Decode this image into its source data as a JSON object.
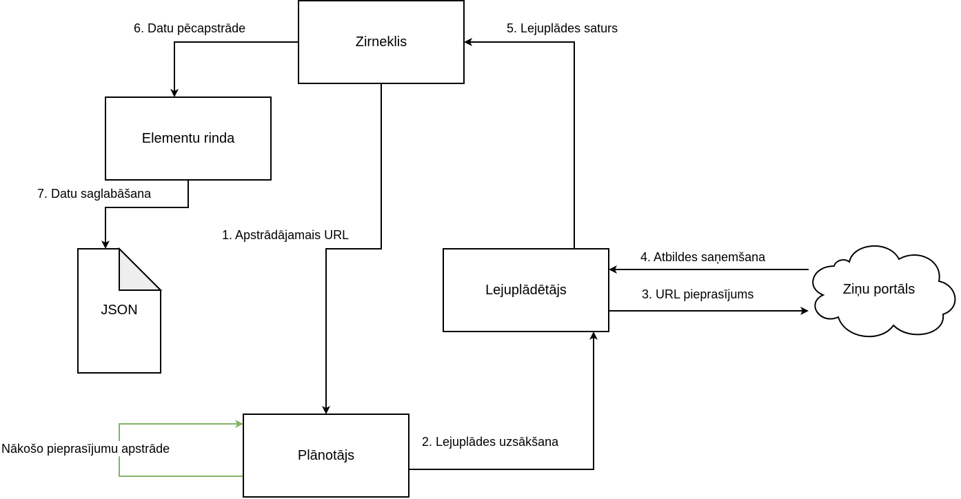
{
  "colors": {
    "stroke": "#000000",
    "fill": "#ffffff",
    "fold_fill": "#eeeeee",
    "loop_stroke": "#82b366"
  },
  "nodes": {
    "zirneklis": {
      "label": "Zirneklis",
      "shape": "rectangle"
    },
    "elementu_rinda": {
      "label": "Elementu rinda",
      "shape": "rectangle"
    },
    "json": {
      "label": "JSON",
      "shape": "document"
    },
    "lejupladetajs": {
      "label": "Lejuplādētājs",
      "shape": "rectangle"
    },
    "zinu_portals": {
      "label": "Ziņu portāls",
      "shape": "cloud"
    },
    "planotajs": {
      "label": "Plānotājs",
      "shape": "rectangle"
    }
  },
  "edges": {
    "e1": {
      "label": "1. Apstrādājamais URL",
      "from": "zirneklis",
      "to": "planotajs"
    },
    "e2": {
      "label": "2. Lejuplādes uzsākšana",
      "from": "planotajs",
      "to": "lejupladetajs"
    },
    "e3": {
      "label": "3. URL pieprasījums",
      "from": "lejupladetajs",
      "to": "zinu_portals"
    },
    "e4": {
      "label": "4. Atbildes saņemšana",
      "from": "zinu_portals",
      "to": "lejupladetajs"
    },
    "e5": {
      "label": "5. Lejuplādes saturs",
      "from": "lejupladetajs",
      "to": "zirneklis"
    },
    "e6": {
      "label": "6. Datu pēcapstrāde",
      "from": "zirneklis",
      "to": "elementu_rinda"
    },
    "e7": {
      "label": "7. Datu saglabāšana",
      "from": "elementu_rinda",
      "to": "json"
    },
    "loop": {
      "label": "Nākošo pieprasījumu apstrāde",
      "from": "planotajs",
      "to": "planotajs"
    }
  }
}
